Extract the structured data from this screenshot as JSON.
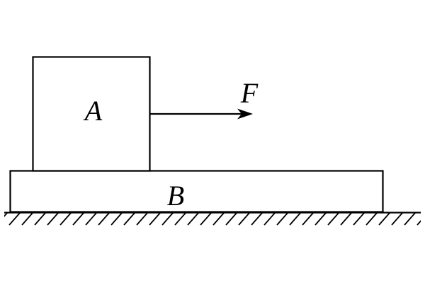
{
  "labels": {
    "block_a": "A",
    "block_b": "B",
    "force": "F"
  },
  "colors": {
    "stroke": "#000000",
    "background": "#ffffff"
  }
}
